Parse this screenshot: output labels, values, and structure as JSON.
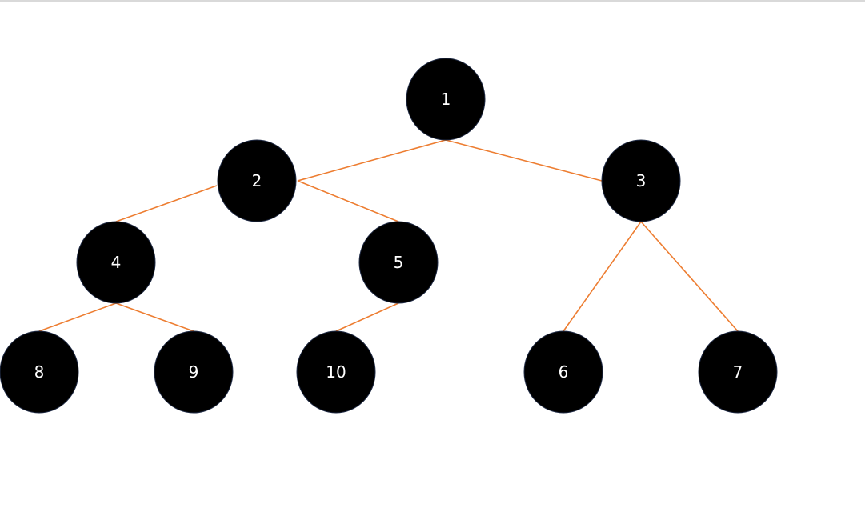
{
  "colors": {
    "node_fill": "#000000",
    "node_stroke": "#1f2a44",
    "label": "#ffffff",
    "edge": "#ed7d31",
    "background": "#ffffff"
  },
  "tree": {
    "nodes": [
      {
        "id": "1",
        "label": "1"
      },
      {
        "id": "2",
        "label": "2"
      },
      {
        "id": "3",
        "label": "3"
      },
      {
        "id": "4",
        "label": "4"
      },
      {
        "id": "5",
        "label": "5"
      },
      {
        "id": "6",
        "label": "6"
      },
      {
        "id": "7",
        "label": "7"
      },
      {
        "id": "8",
        "label": "8"
      },
      {
        "id": "9",
        "label": "9"
      },
      {
        "id": "10",
        "label": "10"
      }
    ],
    "edges": [
      {
        "from": "1",
        "to": "2"
      },
      {
        "from": "1",
        "to": "3"
      },
      {
        "from": "2",
        "to": "4"
      },
      {
        "from": "2",
        "to": "5"
      },
      {
        "from": "3",
        "to": "6"
      },
      {
        "from": "3",
        "to": "7"
      },
      {
        "from": "4",
        "to": "8"
      },
      {
        "from": "4",
        "to": "9"
      },
      {
        "from": "5",
        "to": "10"
      }
    ]
  }
}
